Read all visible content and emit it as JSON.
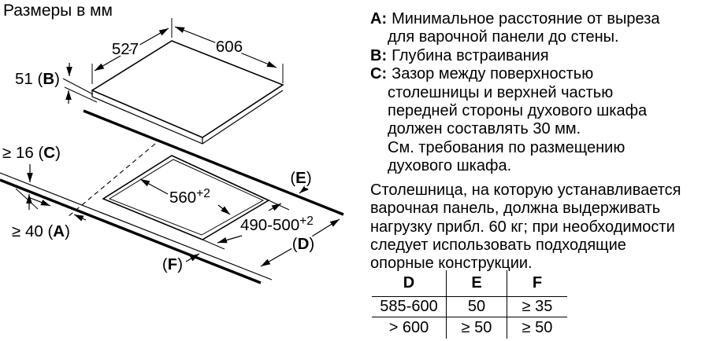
{
  "title": "Размеры в мм",
  "drawing": {
    "dim_width_top": "527",
    "dim_width_right": "606",
    "dim_height": {
      "pre": "51 (",
      "letter": "B",
      "post": ")"
    },
    "dim_thickness": {
      "pre": "≥ 16 (",
      "letter": "C",
      "post": ")"
    },
    "dim_wall_gap": {
      "pre": "≥ 40 (",
      "letter": "A",
      "post": ")"
    },
    "label_back_edge": {
      "pre": "(",
      "letter": "E",
      "post": ")"
    },
    "label_depth": {
      "pre": "(",
      "letter": "D",
      "post": ")"
    },
    "label_front_edge": {
      "pre": "(",
      "letter": "F",
      "post": ")"
    },
    "dim_cutout_width": {
      "base": "560",
      "sup": "+2"
    },
    "dim_cutout_depth": {
      "base": "490-500",
      "sup": "+2"
    }
  },
  "notes": {
    "rows": [
      {
        "label": "А:",
        "text": "Минимальное расстояние от выреза"
      },
      {
        "label": "",
        "text": "для варочной панели до стены."
      },
      {
        "label": "В:",
        "text": "Глубина встраивания"
      },
      {
        "label": "С:",
        "text": "Зазор между поверхностью"
      },
      {
        "label": "",
        "text": "столешницы и верхней частью"
      },
      {
        "label": "",
        "text": "передней стороны духового шкафа"
      },
      {
        "label": "",
        "text": "должен составлять 30 мм."
      },
      {
        "label": "",
        "text": "См. требования по размещению"
      },
      {
        "label": "",
        "text": "духового шкафа."
      }
    ]
  },
  "paragraph": {
    "lines": [
      "Столешница, на которую устанавливается",
      "варочная панель, должна выдерживать",
      "нагрузку прибл. 60 кг; при необходимости",
      "следует использовать подходящие",
      "опорные конструкции."
    ]
  },
  "table": {
    "headers": [
      "D",
      "E",
      "F"
    ],
    "rows": [
      [
        "585-600",
        "50",
        "≥ 35"
      ],
      [
        "> 600",
        "≥ 50",
        "≥ 50"
      ]
    ]
  }
}
